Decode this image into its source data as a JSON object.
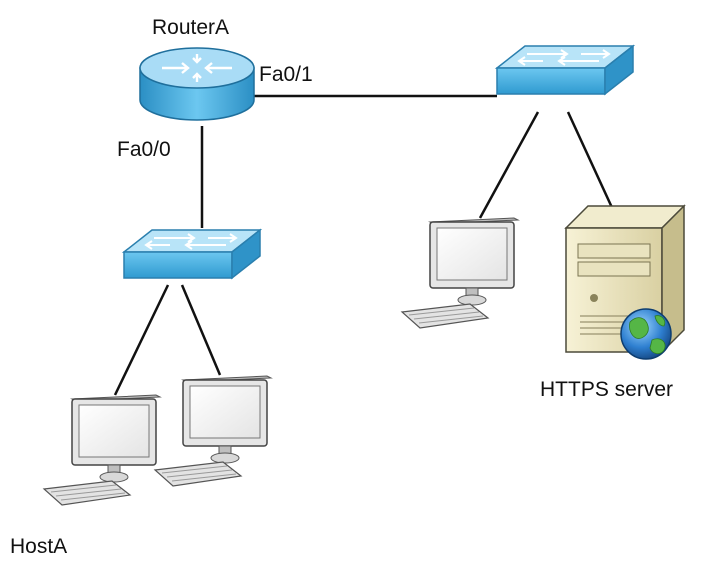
{
  "labels": {
    "router": "RouterA",
    "router_fa01": "Fa0/1",
    "router_fa00": "Fa0/0",
    "host_a": "HostA",
    "https_server": "HTTPS server"
  },
  "colors": {
    "device_blue": "#57b9ea",
    "device_light": "#b6e3f8",
    "device_dark": "#1d7fb3",
    "line": "#111111"
  },
  "icons": {
    "router": "router-icon",
    "switch": "switch-icon",
    "workstation": "workstation-icon",
    "server": "server-icon",
    "globe": "globe-icon"
  }
}
